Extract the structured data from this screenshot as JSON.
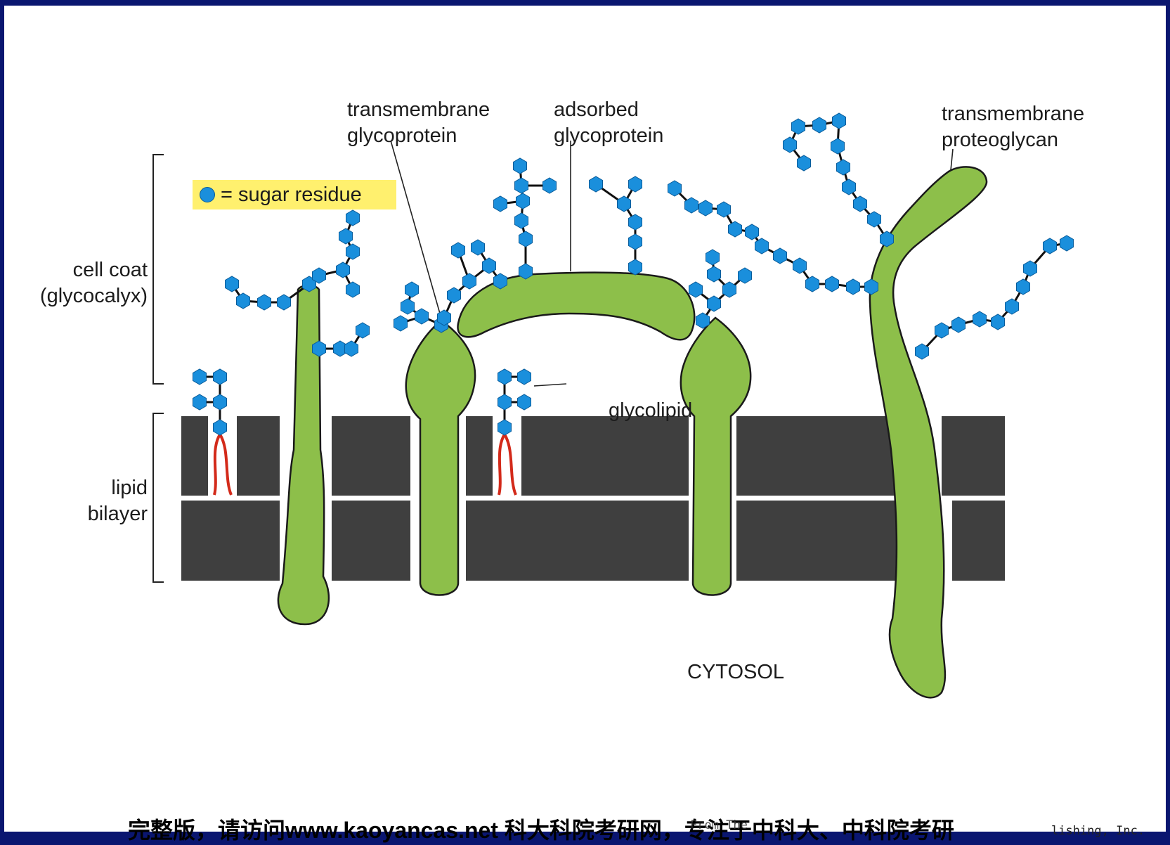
{
  "colors": {
    "background": "#0a1670",
    "panel": "#ffffff",
    "bilayer": "#3f3f3f",
    "protein": "#8dbf4a",
    "sugar": "#1a8fdc",
    "lipid_tail": "#d32a1a",
    "key_highlight": "#fff06e"
  },
  "key": {
    "icon": "sugar-residue-hexagon",
    "text": "= sugar residue"
  },
  "labels": {
    "cell_coat": "cell coat\n(glycocalyx)",
    "lipid_bilayer": "lipid\nbilayer",
    "transmembrane_glycoprotein": "transmembrane\nglycoprotein",
    "adsorbed_glycoprotein": "adsorbed\nglycoprotein",
    "transmembrane_proteoglycan": "transmembrane\nproteoglycan",
    "glycolipid": "glycolipid",
    "cytosol": "CYTOSOL"
  },
  "footer": {
    "text": "完整版，请访问www.kaoyancas.net 科大科院考研网，专注于中科大、中科院考研",
    "overlay": "From The",
    "credit": "lishing, Inc."
  }
}
